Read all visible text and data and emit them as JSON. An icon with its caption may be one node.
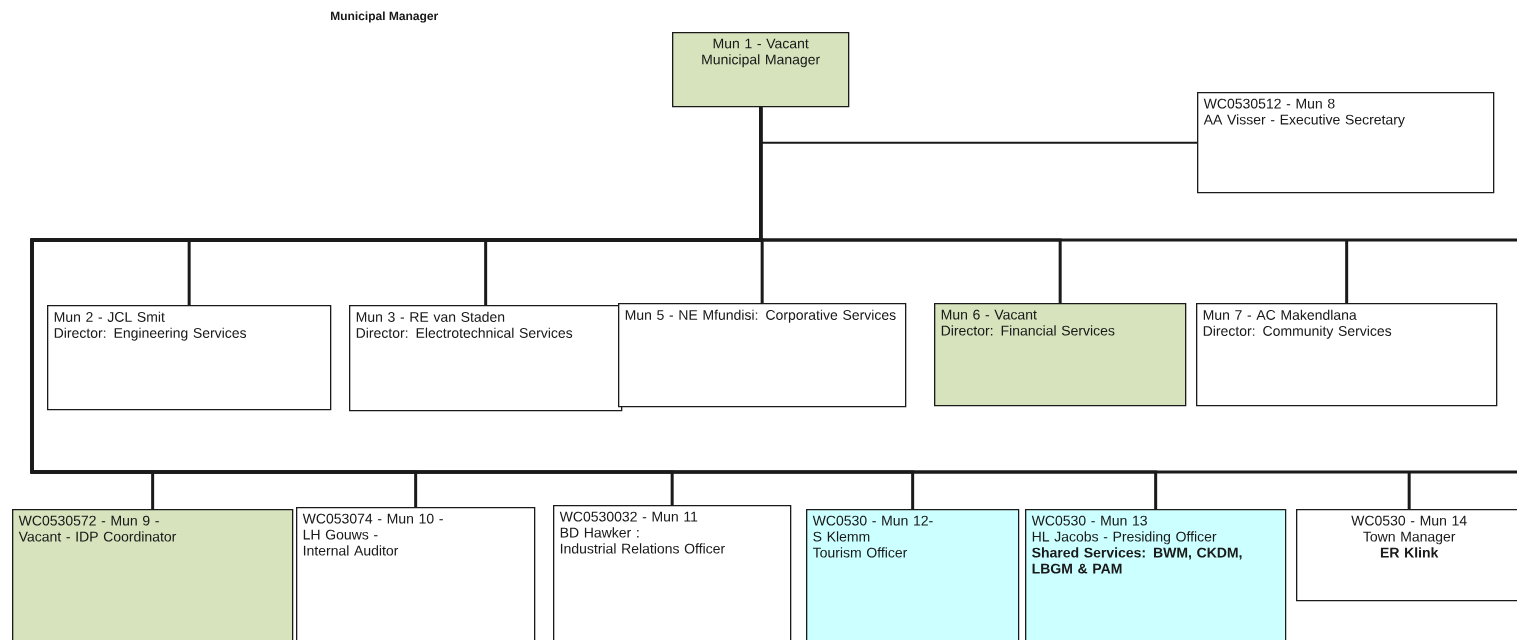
{
  "diagram": {
    "title": "Municipal Manager",
    "nodes": [
      {
        "text": [
          "Mun 1 - Vacant",
          "Municipal Manager"
        ]
      },
      {
        "text": [
          "WC0530512 - Mun 8",
          "AA Visser - Executive Secretary"
        ]
      },
      {
        "text": [
          "Mun 2 - JCL Smit",
          "Director: Engineering Services"
        ]
      },
      {
        "text": [
          "Mun 3 - RE van Staden",
          "Director: Electrotechnical Services"
        ]
      },
      {
        "text": [
          "Mun 5 - NE Mfundisi: Corporative Services"
        ]
      },
      {
        "text": [
          "Mun 6 - Vacant",
          "Director: Financial Services"
        ]
      },
      {
        "text": [
          "Mun 7 - AC Makendlana",
          "Director: Community Services"
        ]
      },
      {
        "text": [
          "WC0530572 - Mun 9 -",
          "Vacant - IDP Coordinator"
        ]
      },
      {
        "text": [
          "WC053074 - Mun 10 -",
          "LH Gouws -",
          "Internal Auditor"
        ]
      },
      {
        "text": [
          "WC0530032 - Mun 11",
          "BD Hawker :",
          "Industrial Relations Officer"
        ]
      },
      {
        "text": [
          "WC0530 - Mun 12-",
          "S Klemm",
          "Tourism Officer"
        ]
      },
      {
        "text": [
          "WC0530 - Mun 13",
          "HL Jacobs - Presiding Officer",
          "Shared Services: BWM, CKDM, LBGM & PAM"
        ]
      },
      {
        "text": [
          "WC0530 - Mun 14",
          "Town Manager",
          "ER Klink"
        ]
      }
    ],
    "edges": [
      {
        "from": 0,
        "to": 1,
        "arrow": "none"
      },
      {
        "from": 0,
        "to": 2,
        "arrow": "none"
      },
      {
        "from": 0,
        "to": 3,
        "arrow": "none"
      },
      {
        "from": 0,
        "to": 4,
        "arrow": "none"
      },
      {
        "from": 0,
        "to": 5,
        "arrow": "none"
      },
      {
        "from": 0,
        "to": 6,
        "arrow": "none"
      },
      {
        "from": 0,
        "to": 7,
        "arrow": "none"
      },
      {
        "from": 0,
        "to": 8,
        "arrow": "none"
      },
      {
        "from": 0,
        "to": 9,
        "arrow": "none"
      },
      {
        "from": 0,
        "to": 10,
        "arrow": "none"
      },
      {
        "from": 0,
        "to": 11,
        "arrow": "none"
      },
      {
        "from": 0,
        "to": 12,
        "arrow": "none"
      }
    ]
  }
}
